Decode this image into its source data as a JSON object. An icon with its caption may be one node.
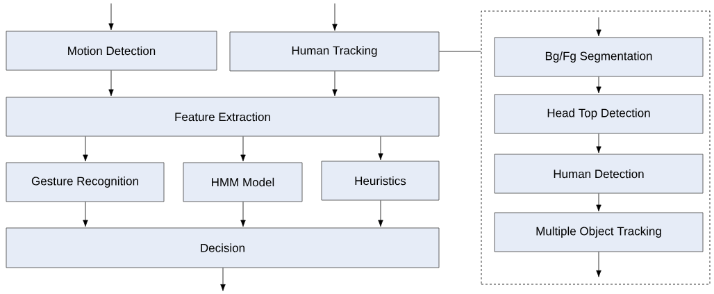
{
  "diagram": {
    "nodes": [
      {
        "text": [
          "Motion Detection"
        ]
      },
      {
        "text": [
          "Human Tracking"
        ]
      },
      {
        "text": [
          "Feature Extraction"
        ]
      },
      {
        "text": [
          "Gesture Recognition"
        ]
      },
      {
        "text": [
          "HMM Model"
        ]
      },
      {
        "text": [
          "Heuristics"
        ]
      },
      {
        "text": [
          "Decision"
        ]
      },
      {
        "text": [],
        "shape": "box"
      },
      {
        "text": [
          "Bg/Fg Segmentation"
        ],
        "in": 7
      },
      {
        "text": [
          "Head Top Detection"
        ],
        "in": 7
      },
      {
        "text": [
          "Human Detection"
        ],
        "in": 7
      },
      {
        "text": [
          "Multiple Object Tracking"
        ],
        "in": 7
      }
    ],
    "edges": [
      {
        "from": null,
        "to": 0,
        "arrow": "to"
      },
      {
        "from": null,
        "to": 1,
        "arrow": "to"
      },
      {
        "from": 0,
        "to": 2,
        "arrow": "to"
      },
      {
        "from": 1,
        "to": 2,
        "arrow": "to"
      },
      {
        "from": 2,
        "to": 3,
        "arrow": "to"
      },
      {
        "from": 2,
        "to": 4,
        "arrow": "to"
      },
      {
        "from": 2,
        "to": 5,
        "arrow": "to"
      },
      {
        "from": 3,
        "to": 6,
        "arrow": "to"
      },
      {
        "from": 4,
        "to": 6,
        "arrow": "to"
      },
      {
        "from": 5,
        "to": 6,
        "arrow": "to"
      },
      {
        "from": 6,
        "to": null,
        "arrow": "to"
      },
      {
        "from": 1,
        "to": 7,
        "arrow": "none"
      },
      {
        "from": null,
        "to": 8,
        "arrow": "to"
      },
      {
        "from": 8,
        "to": 9,
        "arrow": "to"
      },
      {
        "from": 9,
        "to": 10,
        "arrow": "to"
      },
      {
        "from": 10,
        "to": 11,
        "arrow": "to"
      },
      {
        "from": 11,
        "to": null,
        "arrow": "to"
      }
    ]
  }
}
